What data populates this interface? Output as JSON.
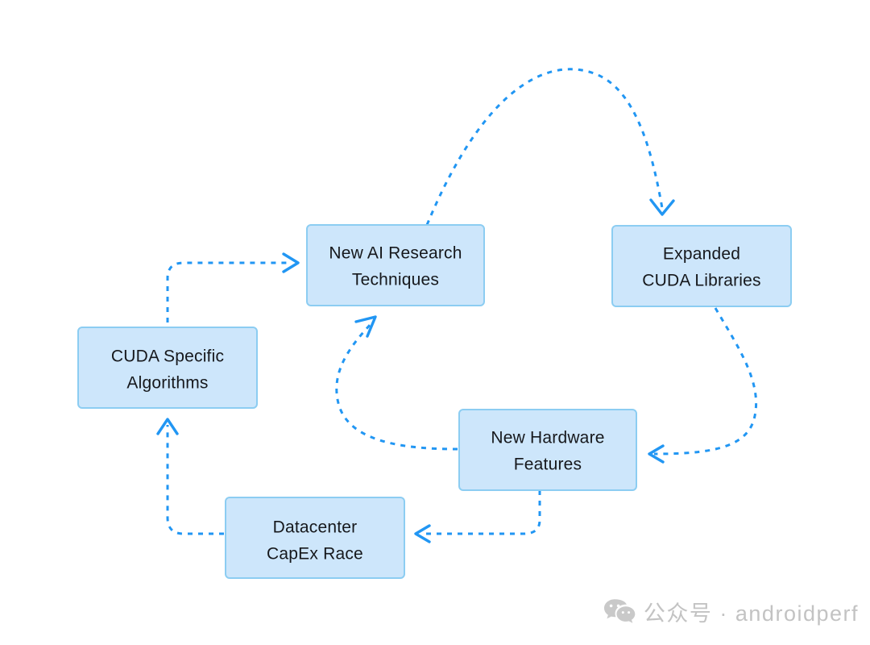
{
  "diagram": {
    "type": "cycle-flowchart",
    "background_color": "#ffffff",
    "node_fill_color": "#cde6fb",
    "node_border_color": "#8ccdf2",
    "connector_color": "#2196f3",
    "text_color": "#16181c",
    "nodes": [
      {
        "id": "new-ai-research-techniques",
        "line1": "New AI Research",
        "line2": "Techniques"
      },
      {
        "id": "expanded-cuda-libraries",
        "line1": "Expanded",
        "line2": "CUDA Libraries"
      },
      {
        "id": "new-hardware-features",
        "line1": "New Hardware",
        "line2": "Features"
      },
      {
        "id": "datacenter-capex-race",
        "line1": "Datacenter",
        "line2": "CapEx Race"
      },
      {
        "id": "cuda-specific-algorithms",
        "line1": "CUDA Specific",
        "line2": "Algorithms"
      }
    ],
    "edges": [
      {
        "id": "edge-research-to-libraries",
        "from": "new-ai-research-techniques",
        "to": "expanded-cuda-libraries",
        "style": "dashed-arc"
      },
      {
        "id": "edge-libraries-to-hardware",
        "from": "expanded-cuda-libraries",
        "to": "new-hardware-features",
        "style": "dashed-arc"
      },
      {
        "id": "edge-hardware-to-capex",
        "from": "new-hardware-features",
        "to": "datacenter-capex-race",
        "style": "dashed-elbow"
      },
      {
        "id": "edge-capex-to-algorithms",
        "from": "datacenter-capex-race",
        "to": "cuda-specific-algorithms",
        "style": "dashed-elbow"
      },
      {
        "id": "edge-algorithms-to-research",
        "from": "cuda-specific-algorithms",
        "to": "new-ai-research-techniques",
        "style": "dashed-elbow"
      },
      {
        "id": "edge-hardware-to-research",
        "from": "new-hardware-features",
        "to": "new-ai-research-techniques",
        "style": "dashed-arc"
      }
    ]
  },
  "watermark": {
    "icon": "wechat-icon",
    "text": "公众号 · androidperf",
    "color": "#c3c3c3"
  }
}
